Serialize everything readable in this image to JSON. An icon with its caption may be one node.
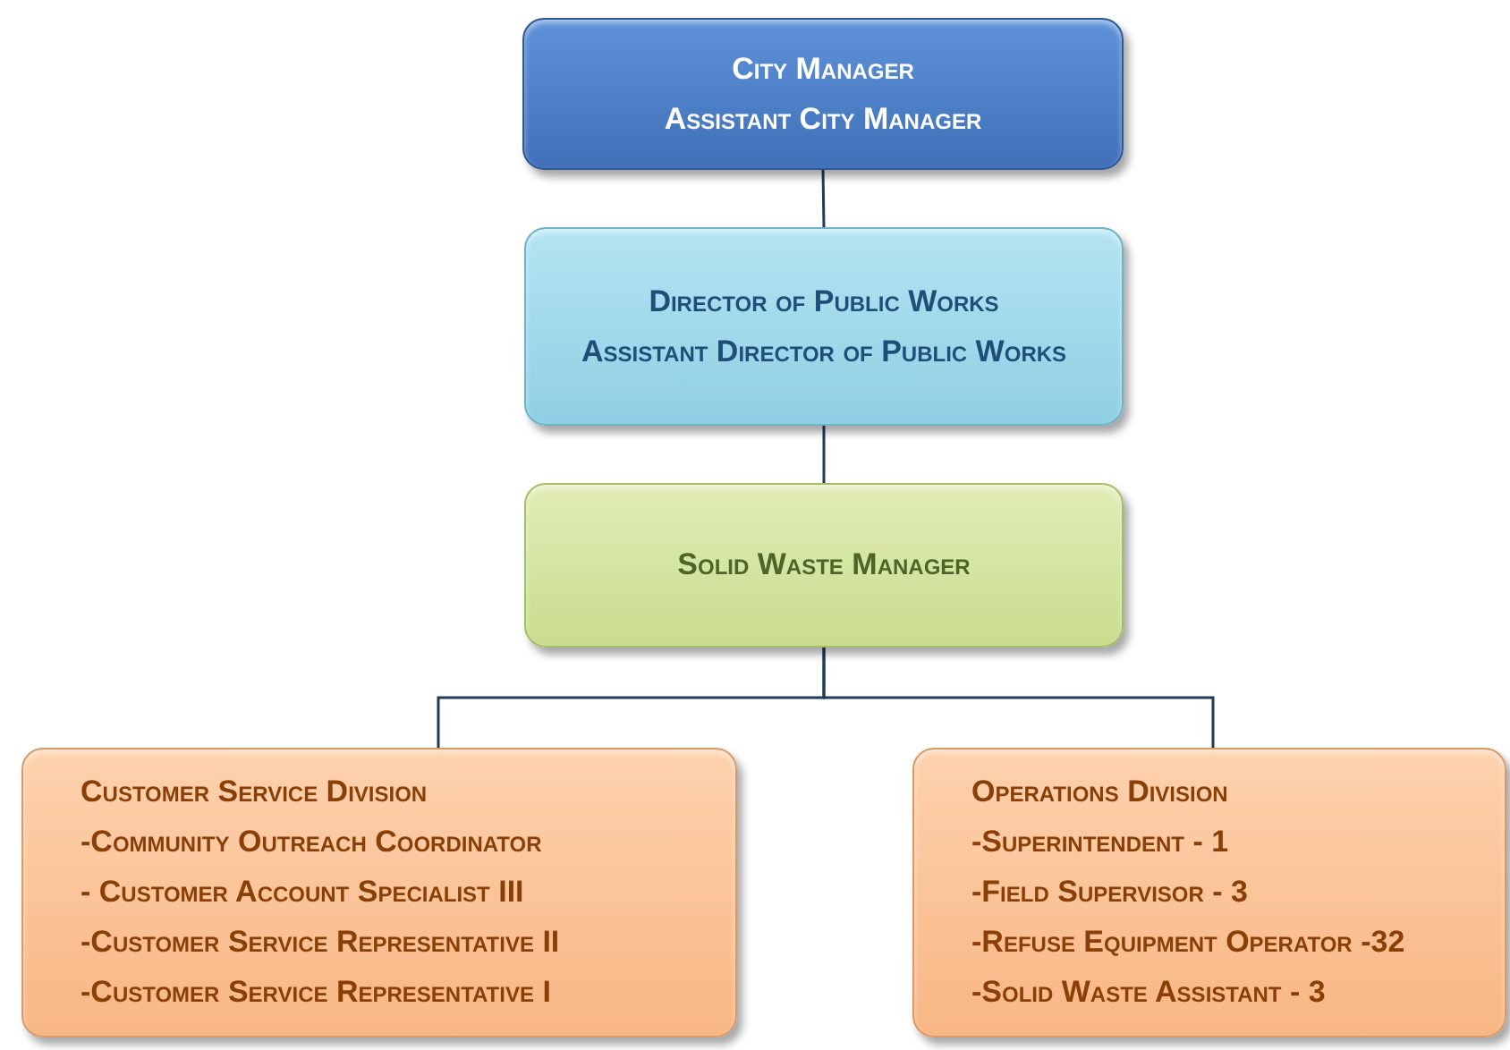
{
  "diagram": {
    "nodes": [
      {
        "text": [
          "City Manager",
          "Assistant City Manager"
        ]
      },
      {
        "text": [
          "Director of Public Works",
          "Assistant Director of Public Works"
        ]
      },
      {
        "text": [
          "Solid Waste Manager"
        ]
      },
      {
        "text": [
          "Customer Service Division",
          "-Community Outreach Coordinator",
          "- Customer Account Specialist III",
          "-Customer Service Representative II",
          "-Customer Service Representative I"
        ]
      },
      {
        "text": [
          "Operations Division",
          "-Superintendent - 1",
          "-Field Supervisor - 3",
          "-Refuse Equipment Operator -32",
          "-Solid Waste Assistant - 3"
        ]
      }
    ],
    "edges": [
      {
        "from": 0,
        "to": 1,
        "arrow": "none"
      },
      {
        "from": 1,
        "to": 2,
        "arrow": "none"
      },
      {
        "from": 2,
        "to": 3,
        "arrow": "none"
      },
      {
        "from": 2,
        "to": 4,
        "arrow": "none"
      }
    ]
  }
}
